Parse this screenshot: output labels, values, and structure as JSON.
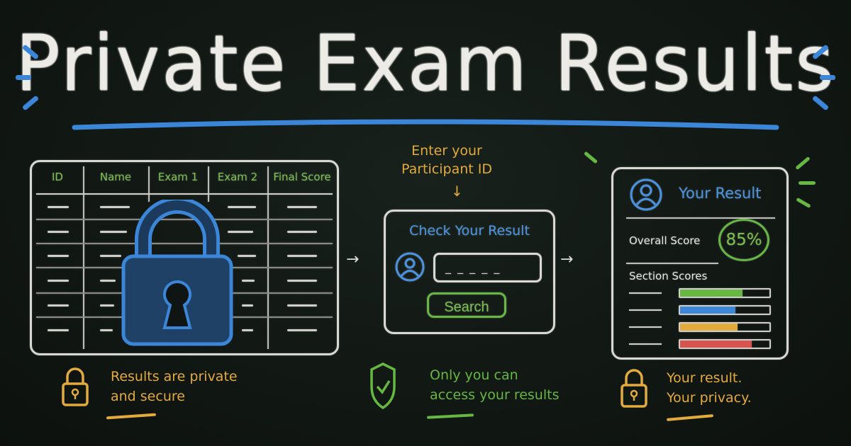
{
  "title": "Private Exam Results",
  "colors": {
    "board": "#101612",
    "chalk_white": "#ecebe6",
    "blue": "#3b86d8",
    "green": "#67b743",
    "yellow": "#e3aa3c",
    "red": "#d9534f"
  },
  "table": {
    "headers": [
      "ID",
      "Name",
      "Exam 1",
      "Exam 2",
      "Final Score"
    ],
    "row_count": 6,
    "overlay_icon": "padlock-icon"
  },
  "lookup": {
    "hint_line1": "Enter your",
    "hint_line2": "Participant ID",
    "hint_arrow": "↓",
    "card_title": "Check Your Result",
    "id_input_placeholder": "_ _ _ _ _",
    "user_icon": "user-icon",
    "search_label": "Search"
  },
  "flow_arrow": "→",
  "result": {
    "title": "Your Result",
    "user_icon": "user-icon",
    "overall_label": "Overall Score",
    "overall_value": "85%",
    "sections_label": "Section Scores",
    "sections": [
      {
        "color": "#67b743",
        "percent": 70
      },
      {
        "color": "#3b86d8",
        "percent": 62
      },
      {
        "color": "#e3aa3c",
        "percent": 64
      },
      {
        "color": "#d9534f",
        "percent": 80
      }
    ]
  },
  "footer": [
    {
      "icon": "padlock-icon",
      "line1": "Results are private",
      "line2": "and secure",
      "color": "#e3aa3c"
    },
    {
      "icon": "shield-check-icon",
      "line1": "Only you can",
      "line2": "access your results",
      "color": "#67b743"
    },
    {
      "icon": "padlock-icon",
      "line1": "Your result.",
      "line2": "Your privacy.",
      "color": "#e3aa3c"
    }
  ]
}
